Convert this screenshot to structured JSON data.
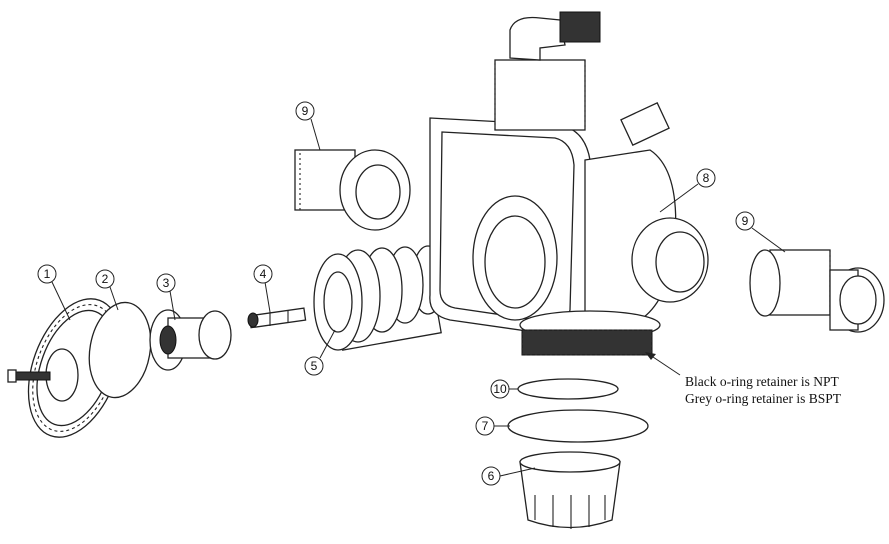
{
  "callouts": [
    {
      "id": "c1",
      "label": "1"
    },
    {
      "id": "c2",
      "label": "2"
    },
    {
      "id": "c3",
      "label": "3"
    },
    {
      "id": "c4",
      "label": "4"
    },
    {
      "id": "c5",
      "label": "5"
    },
    {
      "id": "c6",
      "label": "6"
    },
    {
      "id": "c7",
      "label": "7"
    },
    {
      "id": "c8",
      "label": "8"
    },
    {
      "id": "c9a",
      "label": "9"
    },
    {
      "id": "c9b",
      "label": "9"
    },
    {
      "id": "c10",
      "label": "10"
    }
  ],
  "notes": {
    "line1": "Black o-ring retainer is NPT",
    "line2": "Grey o-ring retainer is BSPT"
  }
}
